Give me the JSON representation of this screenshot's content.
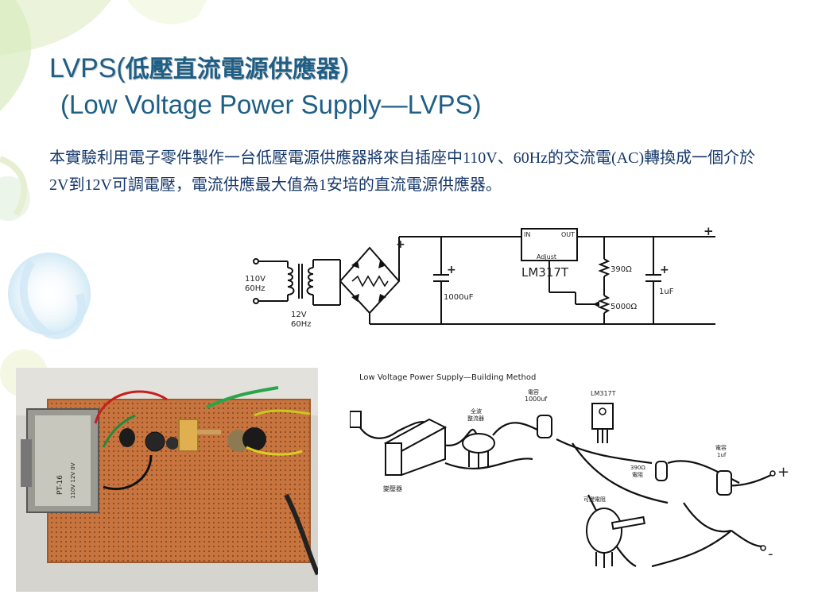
{
  "slide": {
    "title_latin": "LVPS(",
    "title_cjk": "低壓直流電源供應器",
    "title_close": ")",
    "subtitle": "(Low Voltage Power Supply—LVPS)",
    "description": "本實驗利用電子零件製作一台低壓電源供應器將來自插座中110V、60Hz的交流電(AC)轉換成一個介於2V到12V可調電壓，電流供應最大值為1安培的直流電源供應器。"
  },
  "schematic": {
    "input_voltage": "110V",
    "input_freq": "60Hz",
    "secondary_voltage": "12V",
    "secondary_freq": "60Hz",
    "capacitor_main": "1000uF",
    "regulator": "LM317T",
    "pin_in": "IN",
    "pin_out": "OUT",
    "pin_adjust": "Adjust",
    "resistor_fixed": "390Ω",
    "resistor_variable": "5000Ω",
    "capacitor_out": "1uF",
    "plus_sign": "+"
  },
  "photo": {
    "transformer_label": "PT-16",
    "transformer_marks": "110V 12V 0V"
  },
  "wiring": {
    "title": "Low Voltage Power Supply—Building Method",
    "label_rectifier": "全波\n整流器",
    "label_rectifier_l1": "全波",
    "label_rectifier_l2": "整流器",
    "label_cap1_l1": "電容",
    "label_cap1_l2": "1000uf",
    "label_regulator": "LM317T",
    "label_res_l1": "390Ω",
    "label_res_l2": "電阻",
    "label_cap2_l1": "電容",
    "label_cap2_l2": "1uf",
    "label_transformer": "變壓器",
    "label_var_res": "可變電阻",
    "label_plus": "+",
    "label_minus": "-"
  },
  "colors": {
    "title": "#1f5f86",
    "body_text": "#16386b",
    "board": "#c8743f"
  }
}
